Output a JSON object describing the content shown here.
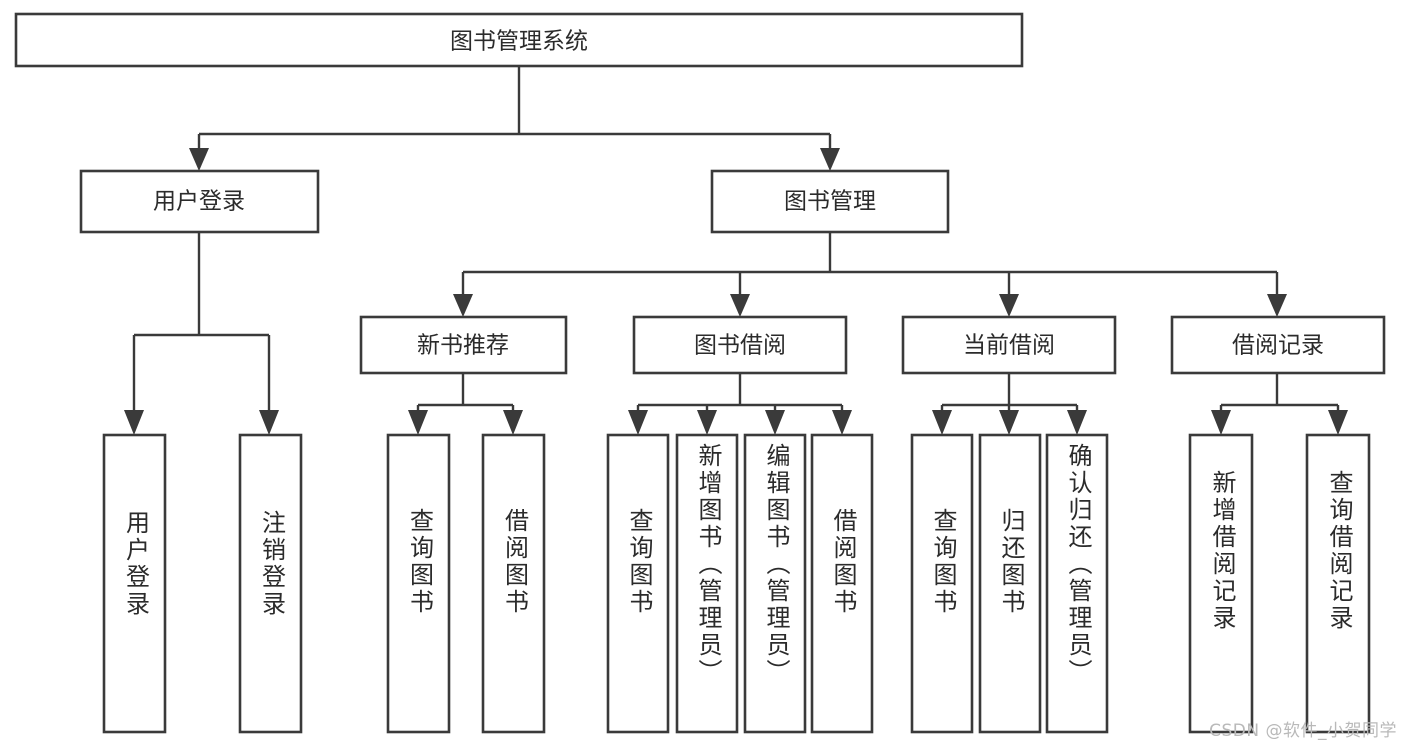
{
  "diagram": {
    "type": "tree",
    "title": "图书管理系统",
    "watermark": "CSDN @软件_小贺同学",
    "colors": {
      "box_stroke": "#3a3a3a",
      "box_fill": "#ffffff",
      "text": "#2b2b2b",
      "background": "#ffffff",
      "watermark": "#b9b9b9"
    },
    "root": {
      "label": "图书管理系统"
    },
    "level2": [
      {
        "label": "用户登录"
      },
      {
        "label": "图书管理"
      }
    ],
    "level3": [
      {
        "label": "新书推荐"
      },
      {
        "label": "图书借阅"
      },
      {
        "label": "当前借阅"
      },
      {
        "label": "借阅记录"
      }
    ],
    "leaves": {
      "user_login": [
        {
          "label": "用户登录"
        },
        {
          "label": "注销登录"
        }
      ],
      "new_book_recommend": [
        {
          "label": "查询图书"
        },
        {
          "label": "借阅图书"
        }
      ],
      "book_borrow": [
        {
          "label": "查询图书"
        },
        {
          "label": "新增图书（管理员）"
        },
        {
          "label": "编辑图书（管理员）"
        },
        {
          "label": "借阅图书"
        }
      ],
      "current_borrow": [
        {
          "label": "查询图书"
        },
        {
          "label": "归还图书"
        },
        {
          "label": "确认归还（管理员）"
        }
      ],
      "borrow_records": [
        {
          "label": "新增借阅记录"
        },
        {
          "label": "查询借阅记录"
        }
      ]
    }
  }
}
